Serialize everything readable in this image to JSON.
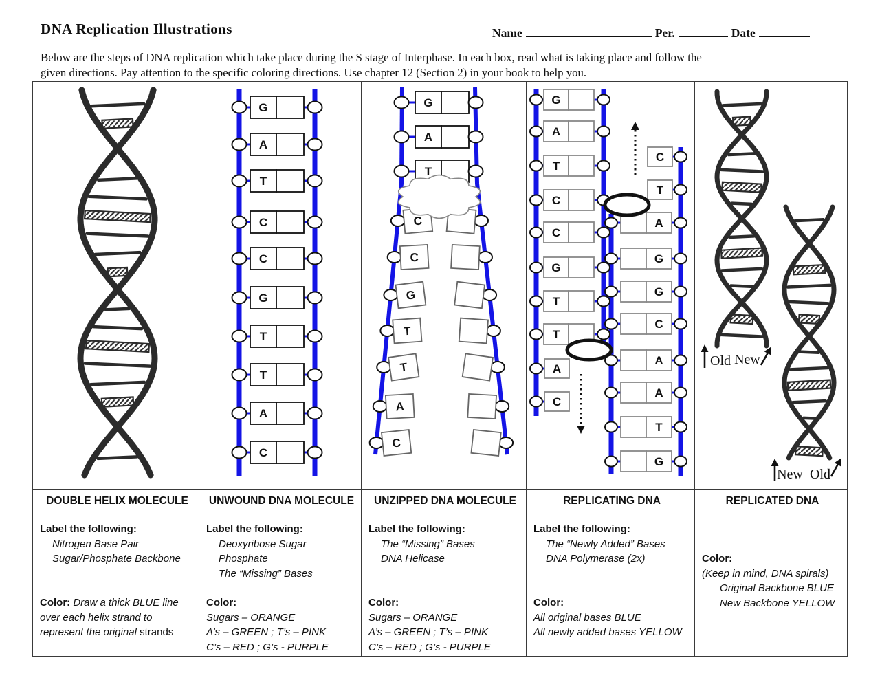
{
  "title": "DNA Replication Illustrations",
  "name_row": {
    "name_label": "Name",
    "per_label": "Per.",
    "date_label": "Date"
  },
  "intro_line1": "Below are the steps of DNA replication which take place during the S stage of Interphase.  In each box, read what is taking place and follow the",
  "intro_line2": "given directions.  Pay attention to the specific coloring directions.  Use chapter 12 (Section 2) in your book to help you.",
  "colors": {
    "strand_blue": "#1414E6",
    "ink": "#2b2b2b"
  },
  "panels": {
    "unwound": {
      "letters": [
        "G",
        "A",
        "T",
        "C",
        "C",
        "G",
        "T",
        "T",
        "A",
        "C"
      ]
    },
    "unzipped": {
      "paired": [
        "G",
        "A",
        "T"
      ],
      "separated": [
        "C",
        "C",
        "G",
        "T",
        "T",
        "A",
        "C"
      ]
    },
    "replicating": {
      "left_pairs": [
        "G",
        "A",
        "T",
        "C",
        "C",
        "G",
        "T",
        "T"
      ],
      "left_singles": [
        "A",
        "C"
      ],
      "right_singles": [
        "C",
        "T"
      ],
      "right_pairs": [
        "A",
        "G",
        "G",
        "C",
        "A",
        "A",
        "T",
        "G"
      ]
    },
    "replicated": {
      "left_labels": [
        "Old",
        "New"
      ],
      "right_labels": [
        "New",
        "Old"
      ]
    }
  },
  "cells": [
    {
      "header": "DOUBLE HELIX MOLECULE",
      "label_heading": "Label the following:",
      "label_items": [
        "Nitrogen Base Pair",
        "Sugar/Phosphate Backbone"
      ],
      "color_heading": "Color:",
      "color_italic": "Draw a thick BLUE line over each helix strand to represent the original",
      "color_roman": "strands"
    },
    {
      "header": "UNWOUND DNA MOLECULE",
      "label_heading": "Label the following:",
      "label_items": [
        "Deoxyribose Sugar",
        "Phosphate",
        "The “Missing” Bases"
      ],
      "color_heading": "Color:",
      "color_lines": [
        "Sugars – ORANGE",
        "A’s – GREEN ; T’s – PINK",
        "C’s – RED ; G’s - PURPLE"
      ]
    },
    {
      "header": "UNZIPPED DNA MOLECULE",
      "label_heading": "Label the following:",
      "label_items": [
        "The “Missing” Bases",
        "DNA Helicase"
      ],
      "color_heading": "Color:",
      "color_lines": [
        "Sugars – ORANGE",
        "A’s – GREEN ; T’s – PINK",
        "C’s – RED ; G’s - PURPLE"
      ]
    },
    {
      "header": "REPLICATING DNA",
      "label_heading": "Label the following:",
      "label_items": [
        "The “Newly Added” Bases",
        "DNA Polymerase (2x)"
      ],
      "color_heading": "Color:",
      "color_lines": [
        "All original bases BLUE",
        "All newly added bases YELLOW"
      ]
    },
    {
      "header": "REPLICATED DNA",
      "color_heading": "Color:",
      "color_note": "(Keep in mind, DNA spirals)",
      "color_lines": [
        "Original Backbone BLUE",
        "New Backbone YELLOW"
      ]
    }
  ]
}
